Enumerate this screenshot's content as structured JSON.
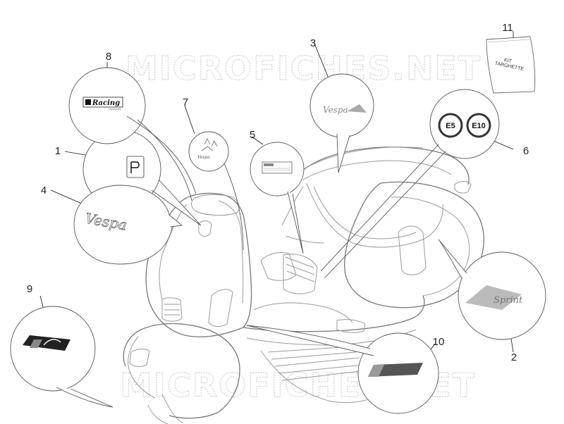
{
  "watermark": {
    "text": "MICROFICHES.NET"
  },
  "callouts": [
    {
      "id": "1",
      "label": "1"
    },
    {
      "id": "2",
      "label": "2"
    },
    {
      "id": "3",
      "label": "3"
    },
    {
      "id": "4",
      "label": "4"
    },
    {
      "id": "5",
      "label": "5"
    },
    {
      "id": "6",
      "label": "6"
    },
    {
      "id": "7",
      "label": "7"
    },
    {
      "id": "8",
      "label": "8"
    },
    {
      "id": "9",
      "label": "9"
    },
    {
      "id": "10",
      "label": "10"
    },
    {
      "id": "11",
      "label": "11"
    }
  ],
  "badges": {
    "e5": "E5",
    "e10": "E10"
  },
  "decals": {
    "racing": "Racing",
    "kit_line1": "KIT",
    "kit_line2": "TARGHETTE",
    "vespa": "Vespa",
    "sprint": "Sprint"
  },
  "colors": {
    "stroke": "#555555",
    "ink": "#111111",
    "watermark": "#d6d6d6"
  }
}
